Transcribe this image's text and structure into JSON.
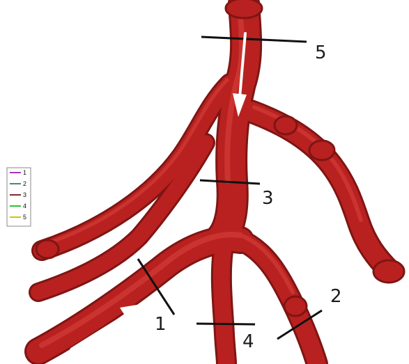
{
  "colors": {
    "vessel": "#b8211f",
    "vessel_dark": "#7e1514",
    "vessel_highlight": "#e04a44",
    "cut_line": "#111111",
    "arrow": "#ffffff"
  },
  "legend": {
    "entries": [
      {
        "label": "1",
        "color": "#a13ab8"
      },
      {
        "label": "2",
        "color": "#3a8a8a"
      },
      {
        "label": "3",
        "color": "#7d2a2a"
      },
      {
        "label": "4",
        "color": "#2fbf3b"
      },
      {
        "label": "5",
        "color": "#c9c420"
      }
    ]
  },
  "sections": [
    {
      "id": "1",
      "label": "1"
    },
    {
      "id": "2",
      "label": "2"
    },
    {
      "id": "3",
      "label": "3"
    },
    {
      "id": "4",
      "label": "4"
    },
    {
      "id": "5",
      "label": "5"
    }
  ],
  "flow_arrows": [
    {
      "id": "inflow",
      "icon": "arrow-up-right-icon"
    },
    {
      "id": "downflow",
      "icon": "arrow-down-icon"
    }
  ]
}
